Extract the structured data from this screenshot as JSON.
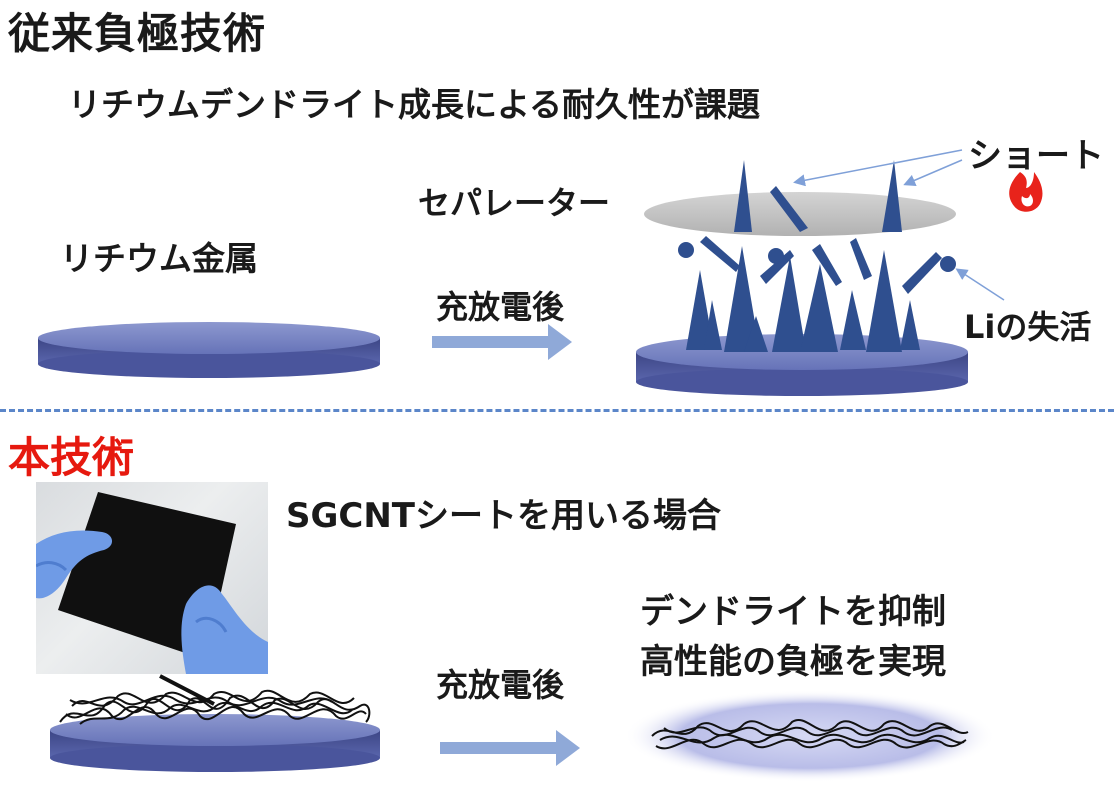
{
  "conventional": {
    "title": "従来負極技術",
    "subtitle": "リチウムデンドライト成長による耐久性が課題",
    "lithium_metal_label": "リチウム金属",
    "charge_label": "充放電後",
    "separator_label": "セパレーター",
    "short_label": "ショート",
    "li_deactivation_label": "Liの失活"
  },
  "new_tech": {
    "title": "本技術",
    "sgcnt_label": "SGCNTシートを用いる場合",
    "charge_label": "充放電後",
    "result_line1": "デンドライトを抑制",
    "result_line2": "高性能の負極を実現"
  },
  "colors": {
    "new_tech_title": "#e6190f",
    "disc": "#4e5aa0",
    "dendrite": "#2f4f8f",
    "arrow": "#8fa9d8",
    "divider": "#5b86c9",
    "fire": "#e8231b"
  }
}
